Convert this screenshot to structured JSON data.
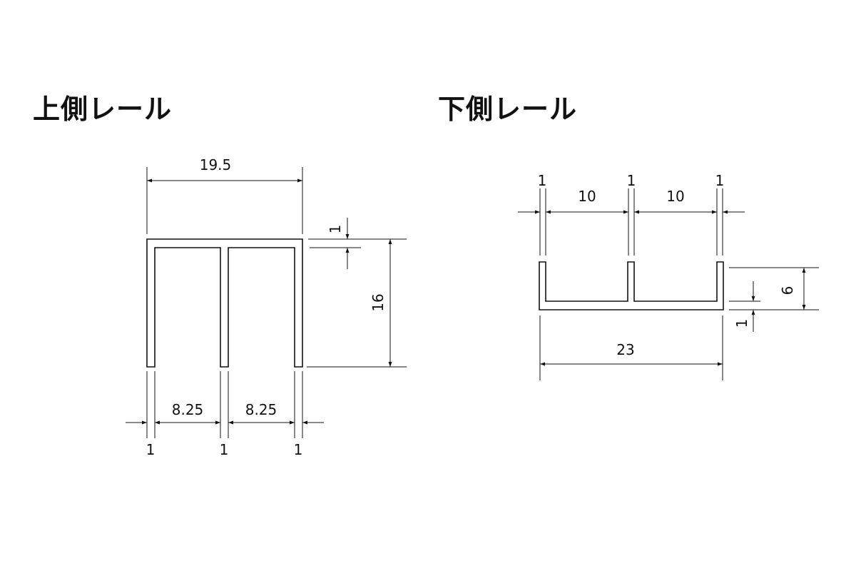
{
  "upper_rail": {
    "title": "上側レール",
    "width": "19.5",
    "height": "16",
    "top_thickness": "1",
    "inner_width_left": "8.25",
    "inner_width_right": "8.25",
    "wall_left": "1",
    "wall_middle": "1",
    "wall_right": "1"
  },
  "lower_rail": {
    "title": "下側レール",
    "wall_left": "1",
    "wall_middle": "1",
    "wall_right": "1",
    "inner_width_left": "10",
    "inner_width_right": "10",
    "height": "6",
    "base_thickness": "1",
    "width": "23"
  },
  "colors": {
    "line": "#111111",
    "background": "#ffffff"
  }
}
